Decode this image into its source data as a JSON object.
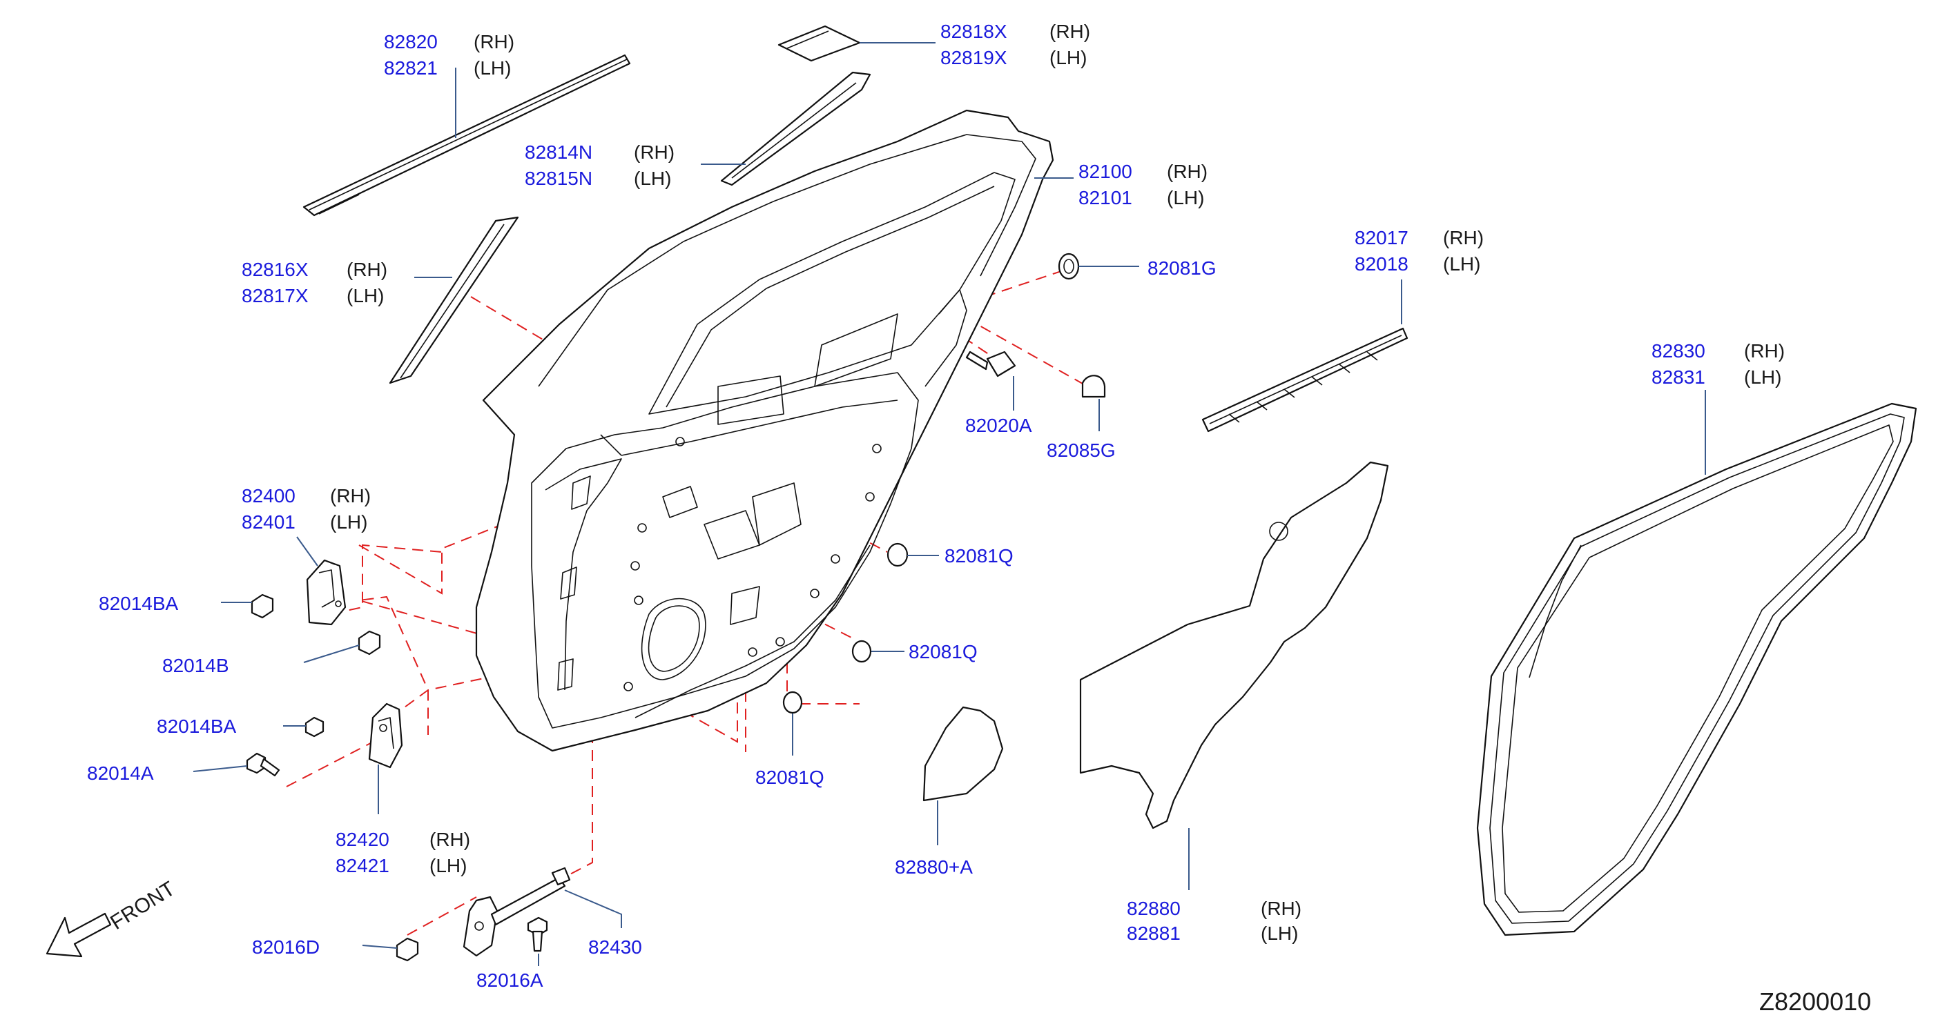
{
  "colors": {
    "part_number": "#1a1adc",
    "side_label": "#1a1a1a",
    "dashed_line": "#e02020",
    "leader_line": "#3a5a8c",
    "outline": "#111111"
  },
  "labels": {
    "l82820": "82820",
    "l82821": "82821",
    "l82818x": "82818X",
    "l82819x": "82819X",
    "l82814n": "82814N",
    "l82815n": "82815N",
    "l82100": "82100",
    "l82101": "82101",
    "l82816x": "82816X",
    "l82817x": "82817X",
    "l82081g": "82081G",
    "l82020a": "82020A",
    "l82085g": "82085G",
    "l82017": "82017",
    "l82018": "82018",
    "l82830": "82830",
    "l82831": "82831",
    "l82400": "82400",
    "l82401": "82401",
    "l82014ba_1": "82014BA",
    "l82014b": "82014B",
    "l82014ba_2": "82014BA",
    "l82014a": "82014A",
    "l82420": "82420",
    "l82421": "82421",
    "l82081q_1": "82081Q",
    "l82081q_2": "82081Q",
    "l82081q_3": "82081Q",
    "l82880a": "82880+A",
    "l82880": "82880",
    "l82881": "82881",
    "l82016d": "82016D",
    "l82016a": "82016A",
    "l82430": "82430"
  },
  "sides": {
    "rh": "(RH)",
    "lh": "(LH)"
  },
  "front_label": "FRONT",
  "diagram_code": "Z8200010"
}
